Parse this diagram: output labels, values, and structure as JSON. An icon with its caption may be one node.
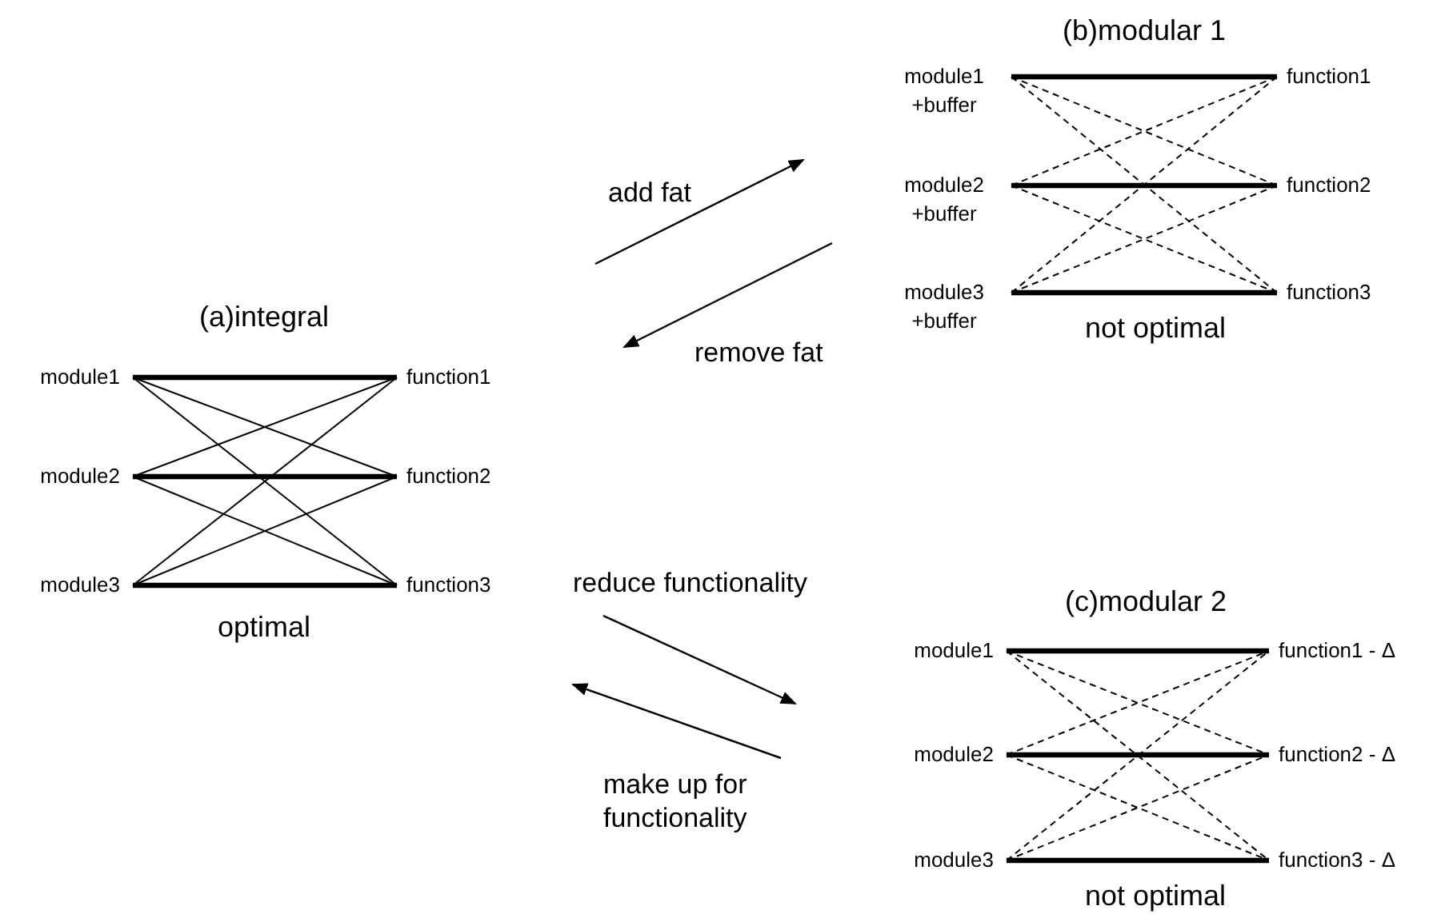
{
  "diagram": {
    "nodes": [
      {
        "text": [
          "module1"
        ]
      },
      {
        "text": [
          "function1"
        ]
      },
      {
        "text": [
          "module2"
        ]
      },
      {
        "text": [
          "function2"
        ]
      },
      {
        "text": [
          "module3"
        ]
      },
      {
        "text": [
          "function3"
        ]
      },
      {
        "text": [
          "module1 +buffer"
        ]
      },
      {
        "text": [
          "function1"
        ]
      },
      {
        "text": [
          "module2 +buffer"
        ]
      },
      {
        "text": [
          "function2"
        ]
      },
      {
        "text": [
          "module3 +buffer"
        ]
      },
      {
        "text": [
          "function3"
        ]
      },
      {
        "text": [
          "module1"
        ]
      },
      {
        "text": [
          "function1 - Δ"
        ]
      },
      {
        "text": [
          "module2"
        ]
      },
      {
        "text": [
          "function2 - Δ"
        ]
      },
      {
        "text": [
          "module3"
        ]
      },
      {
        "text": [
          "function3 - Δ"
        ]
      }
    ],
    "edges": [
      {
        "from": 0,
        "to": 1,
        "arrow": "none",
        "style": "thick"
      },
      {
        "from": 0,
        "to": 3,
        "arrow": "none"
      },
      {
        "from": 0,
        "to": 5,
        "arrow": "none"
      },
      {
        "from": 2,
        "to": 1,
        "arrow": "none"
      },
      {
        "from": 2,
        "to": 3,
        "arrow": "none",
        "style": "thick"
      },
      {
        "from": 2,
        "to": 5,
        "arrow": "none"
      },
      {
        "from": 4,
        "to": 1,
        "arrow": "none"
      },
      {
        "from": 4,
        "to": 3,
        "arrow": "none"
      },
      {
        "from": 4,
        "to": 5,
        "arrow": "none",
        "style": "thick"
      },
      {
        "from": 6,
        "to": 7,
        "arrow": "none",
        "style": "thick"
      },
      {
        "from": 6,
        "to": 9,
        "arrow": "none",
        "style": "dashed"
      },
      {
        "from": 6,
        "to": 11,
        "arrow": "none",
        "style": "dashed"
      },
      {
        "from": 8,
        "to": 7,
        "arrow": "none",
        "style": "dashed"
      },
      {
        "from": 8,
        "to": 9,
        "arrow": "none",
        "style": "thick"
      },
      {
        "from": 8,
        "to": 11,
        "arrow": "none",
        "style": "dashed"
      },
      {
        "from": 10,
        "to": 7,
        "arrow": "none",
        "style": "dashed"
      },
      {
        "from": 10,
        "to": 9,
        "arrow": "none",
        "style": "dashed"
      },
      {
        "from": 10,
        "to": 11,
        "arrow": "none",
        "style": "thick"
      },
      {
        "from": 12,
        "to": 13,
        "arrow": "none",
        "style": "thick"
      },
      {
        "from": 12,
        "to": 15,
        "arrow": "none",
        "style": "dashed"
      },
      {
        "from": 12,
        "to": 17,
        "arrow": "none",
        "style": "dashed"
      },
      {
        "from": 14,
        "to": 13,
        "arrow": "none",
        "style": "dashed"
      },
      {
        "from": 14,
        "to": 15,
        "arrow": "none",
        "style": "thick"
      },
      {
        "from": 14,
        "to": 17,
        "arrow": "none",
        "style": "dashed"
      },
      {
        "from": 16,
        "to": 13,
        "arrow": "none",
        "style": "dashed"
      },
      {
        "from": 16,
        "to": 15,
        "arrow": "none",
        "style": "dashed"
      },
      {
        "from": 16,
        "to": 17,
        "arrow": "none",
        "style": "thick"
      }
    ],
    "labels": [
      "(b)modular 1",
      "add fat",
      "remove fat",
      "not optimal",
      "(a)integral",
      "optimal",
      "reduce functionality",
      "(c)modular 2",
      "make up for functionality",
      "not optimal"
    ]
  }
}
